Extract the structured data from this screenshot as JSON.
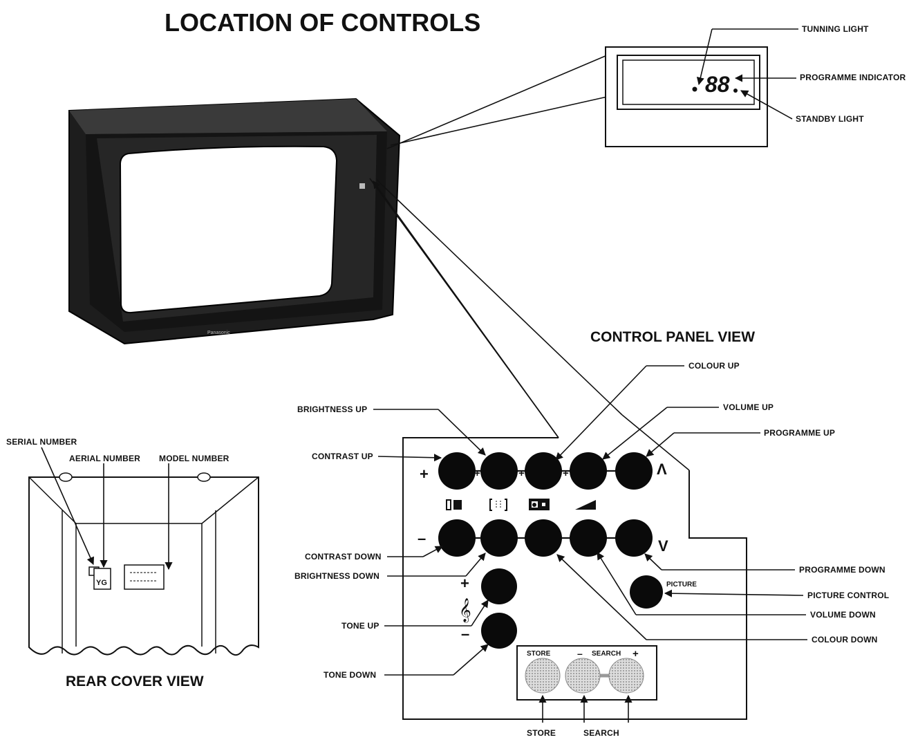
{
  "title": "LOCATION OF CONTROLS",
  "tv": {
    "brand": "Panasonic"
  },
  "display_panel": {
    "digits": "88",
    "labels": {
      "tuning_light": "TUNNING LIGHT",
      "programme_indicator": "PROGRAMME INDICATOR",
      "standby_light": "STANDBY LIGHT"
    }
  },
  "control_panel": {
    "heading": "CONTROL PANEL VIEW",
    "labels": {
      "colour_up": "COLOUR UP",
      "volume_up": "VOLUME UP",
      "brightness_up": "BRIGHTNESS UP",
      "programme_up": "PROGRAMME UP",
      "contrast_up": "CONTRAST UP",
      "contrast_down": "CONTRAST DOWN",
      "brightness_down": "BRIGHTNESS DOWN",
      "programme_down": "PROGRAMME DOWN",
      "picture_control": "PICTURE CONTROL",
      "volume_down": "VOLUME DOWN",
      "colour_down": "COLOUR DOWN",
      "tone_up": "TONE UP",
      "tone_down": "TONE DOWN",
      "store": "STORE",
      "search": "SEARCH"
    },
    "button_text": {
      "picture": "PICTURE",
      "store": "STORE",
      "search": "SEARCH",
      "plus": "+",
      "minus": "–",
      "up": "Λ",
      "down": "V",
      "tone_symbol": "𝄞"
    }
  },
  "rear_cover": {
    "heading": "REAR COVER VIEW",
    "labels": {
      "serial_number": "SERIAL NUMBER",
      "aerial_number": "AERIAL NUMBER",
      "model_number": "MODEL NUMBER"
    },
    "aerial_code": "YG"
  }
}
